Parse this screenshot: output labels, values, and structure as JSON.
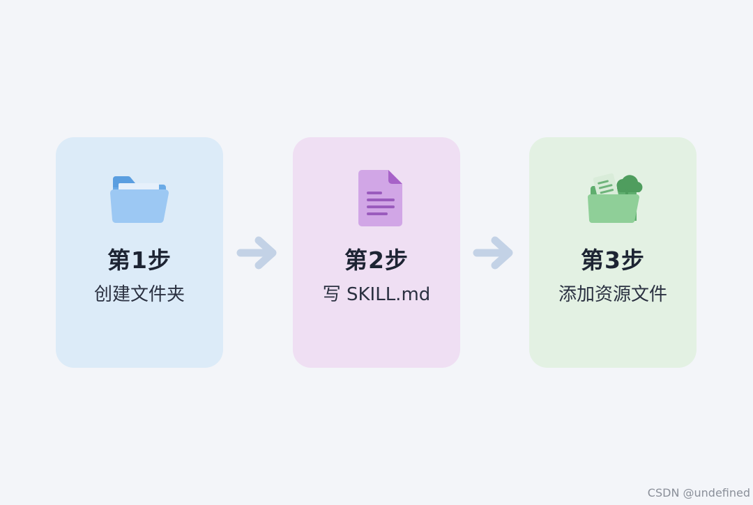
{
  "steps": [
    {
      "title": "第1步",
      "description": "创建文件夹",
      "icon": "folder-icon",
      "color": "#dcebf8"
    },
    {
      "title": "第2步",
      "description": "写 SKILL.md",
      "icon": "document-icon",
      "color": "#efdff3"
    },
    {
      "title": "第3步",
      "description": "添加资源文件",
      "icon": "folder-with-resources-icon",
      "color": "#e3f1e3"
    }
  ],
  "arrows": [
    "arrow-right-icon",
    "arrow-right-icon"
  ],
  "watermark": "CSDN @undefined"
}
